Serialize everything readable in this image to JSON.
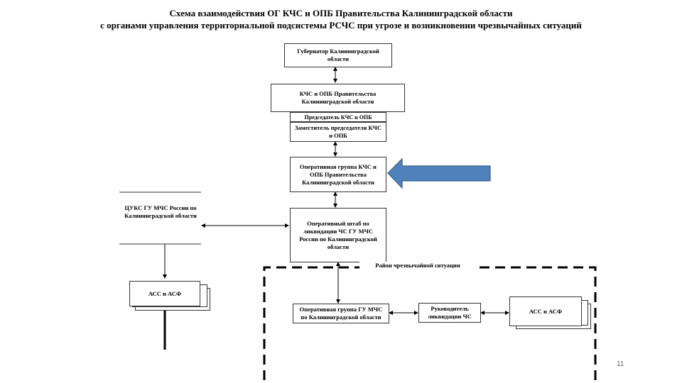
{
  "title": {
    "line1": "Схема взаимодействия ОГ КЧС и ОПБ Правительства Калининградской области",
    "line2": "с органами управления территориальной подсистемы РСЧС при угрозе и возникновении чрезвычайных ситуаций"
  },
  "nodes": {
    "governor": "Губернатор Калининградской области",
    "kchs": "КЧС и ОПБ Правительства Калининградской области",
    "chairman": "Председатель КЧС и ОПБ",
    "deputy": "Заместитель председателя КЧС и ОПБ",
    "operative_group": "Оперативная группа КЧС и ОПБ Правительства Калининградской области",
    "tsuks": "ЦУКС ГУ МЧС России по Калининградской области",
    "op_hq": "Оперативный штаб по ликвидации ЧС ГУ МЧС России по Калининградской области",
    "ass_left": "АСС и АСФ",
    "emergency_zone": "Район чрезвычайной ситуации",
    "op_group_gu": "Оперативная группа ГУ МЧС по Калининградской области",
    "liquidation_head": "Руководитель ликвидации ЧС",
    "ass_right": "АСС и АСФ"
  },
  "colors": {
    "arrow_fill": "#4f81bd",
    "arrow_stroke": "#385d8a"
  },
  "page_number": "11"
}
